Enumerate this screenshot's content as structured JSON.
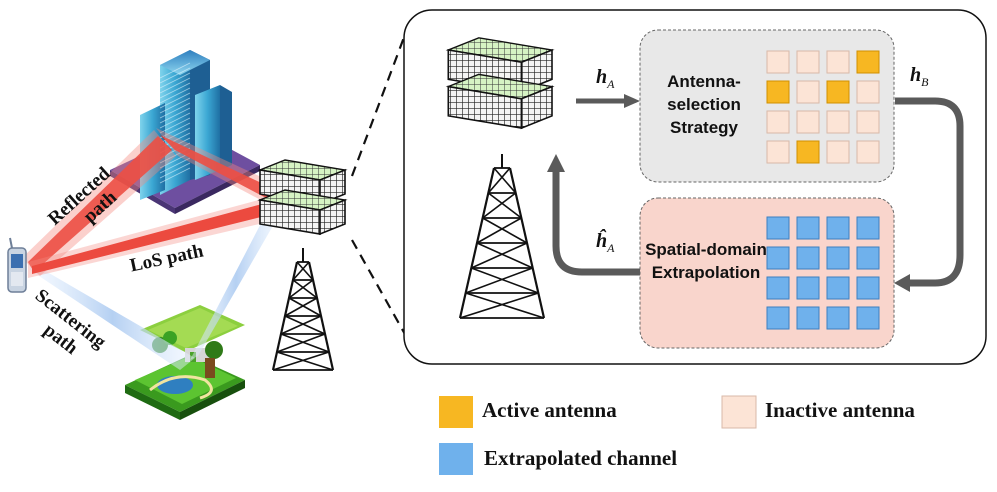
{
  "scene": {
    "reflected_path_label": "Reflected path",
    "los_path_label": "LoS path",
    "scattering_path_label": "Scattering path"
  },
  "module": {
    "selection_box_label": "Antenna-selection Strategy",
    "extrapolation_box_label": "Spatial-domain Extrapolation",
    "h_a_symbol": "h",
    "h_a_subscript": "A",
    "h_b_symbol": "h",
    "h_b_subscript": "B",
    "h_a_hat_symbol": "ĥ",
    "h_a_hat_subscript": "A",
    "selection_grid": [
      [
        0,
        0,
        0,
        1
      ],
      [
        1,
        0,
        1,
        0
      ],
      [
        0,
        0,
        0,
        0
      ],
      [
        0,
        1,
        0,
        0
      ]
    ]
  },
  "legend": {
    "active_label": "Active antenna",
    "inactive_label": "Inactive antenna",
    "extrapolated_label": "Extrapolated channel"
  },
  "colors": {
    "active": "#f7b722",
    "inactive": "#fce4d6",
    "extrapolated": "#6fb1ec",
    "selection_box": "#e8e8e8",
    "extrapolation_box": "#f9d5cc",
    "arrow": "#5a5a5a"
  }
}
